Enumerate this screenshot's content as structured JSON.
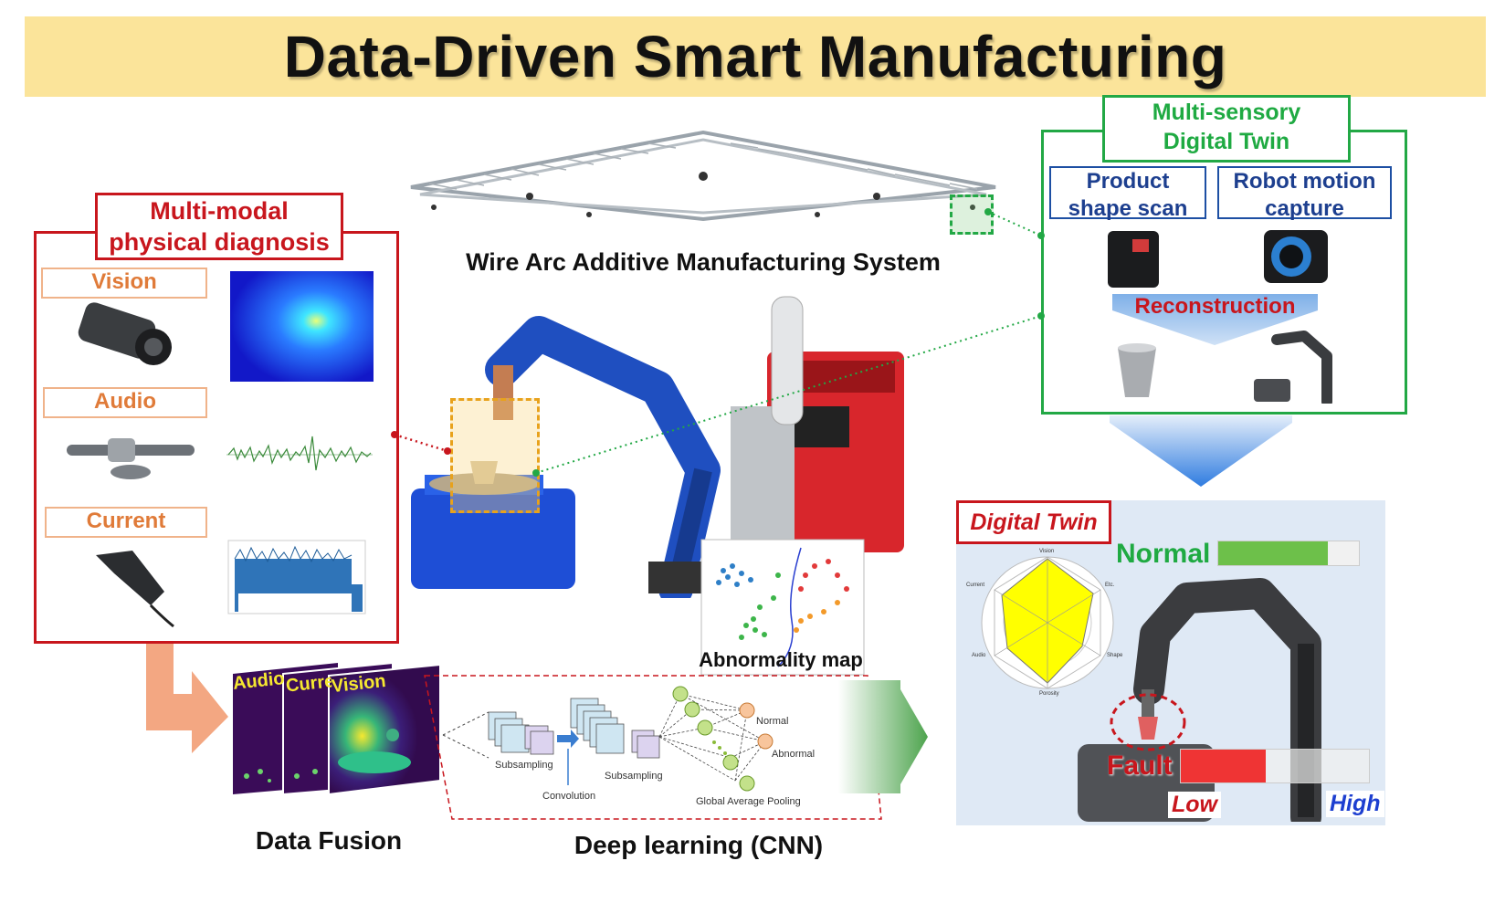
{
  "title": "Data-Driven Smart Manufacturing",
  "waam_label": "Wire Arc Additive Manufacturing System",
  "diagnosis": {
    "title_line1": "Multi-modal",
    "title_line2": "physical diagnosis",
    "modalities": [
      "Vision",
      "Audio",
      "Current"
    ]
  },
  "twin_sensory": {
    "title_line1": "Multi-sensory",
    "title_line2": "Digital Twin",
    "product_line1": "Product",
    "product_line2": "shape scan",
    "robot_line1": "Robot motion",
    "robot_line2": "capture",
    "reconstruction": "Reconstruction"
  },
  "fusion": {
    "layers": [
      "Audio",
      "Current",
      "Vision"
    ],
    "caption": "Data Fusion"
  },
  "cnn": {
    "caption": "Deep learning (CNN)",
    "subsampling_1": "Subsampling",
    "convolution": "Convolution",
    "subsampling_2": "Subsampling",
    "gap": "Global Average Pooling",
    "out_normal": "Normal",
    "out_abnormal": "Abnormal"
  },
  "abnormality_map": "Abnormality map",
  "digital_twin": {
    "title": "Digital Twin",
    "normal_label": "Normal",
    "normal_level": 0.78,
    "fault_label": "Fault",
    "fault_level": 0.45,
    "low": "Low",
    "high": "High",
    "radar_axes": [
      "Vision",
      "Etc.",
      "Shape",
      "Porosity",
      "Audio",
      "Current"
    ]
  },
  "colors": {
    "banner": "#fbe49a",
    "red": "#c8161d",
    "green": "#22a845",
    "blue": "#1d4fa3",
    "orange": "#e07b39"
  }
}
